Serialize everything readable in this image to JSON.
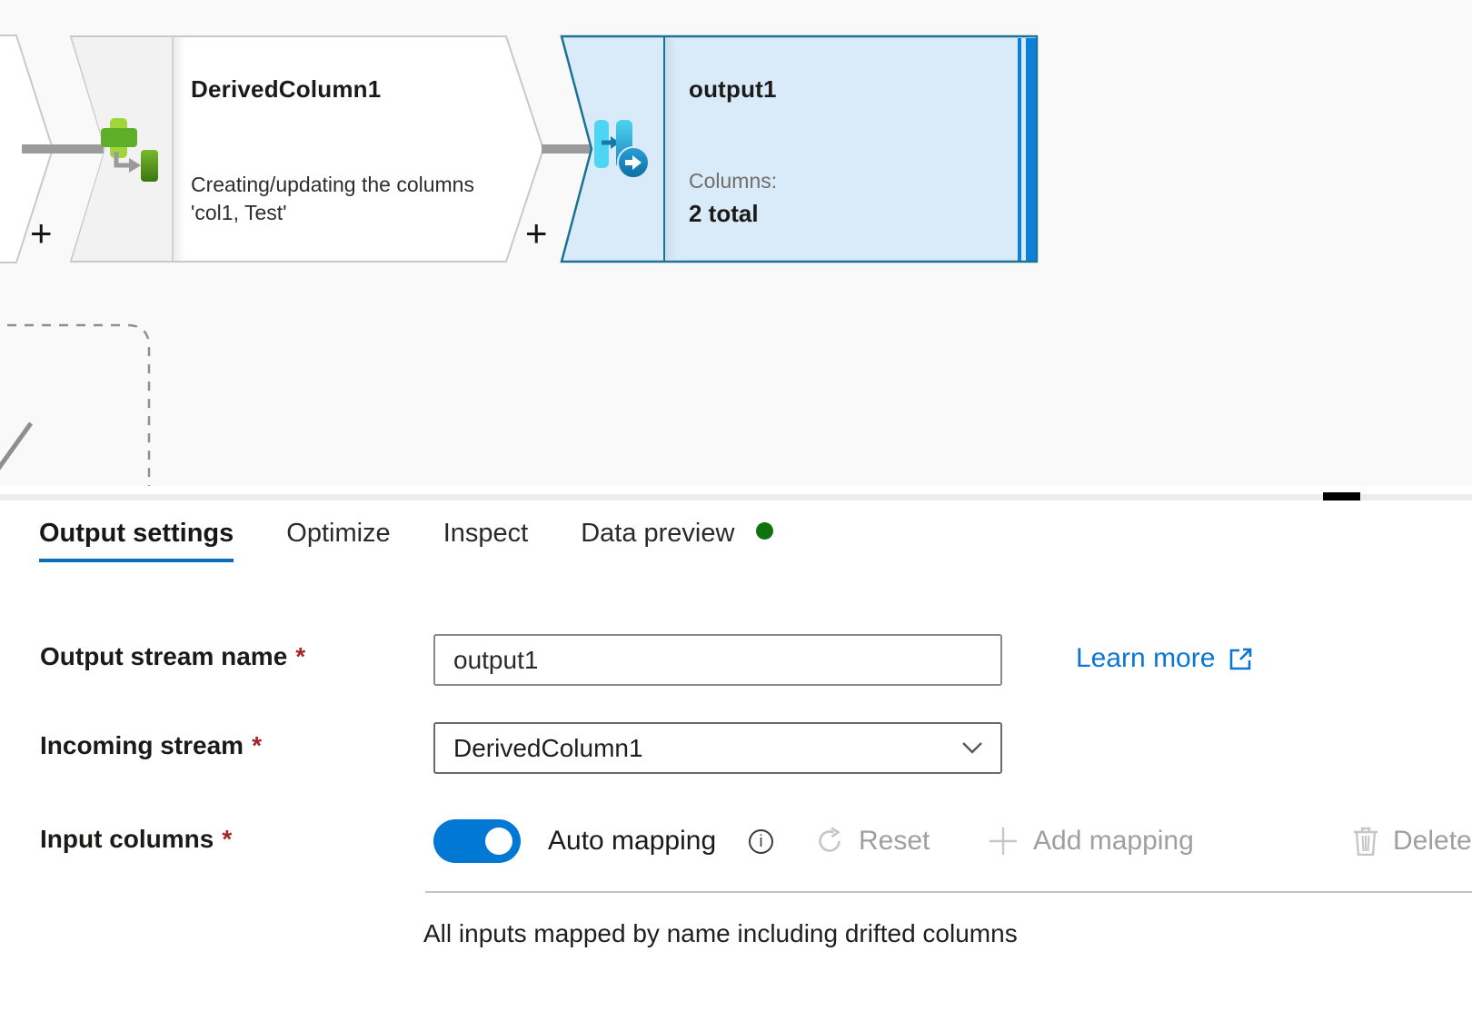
{
  "canvas": {
    "derived_node": {
      "title": "DerivedColumn1",
      "description": "Creating/updating the columns 'col1, Test'"
    },
    "output_node": {
      "title": "output1",
      "columns_label": "Columns:",
      "columns_value": "2 total"
    },
    "add_icon": "+"
  },
  "tabs": {
    "items": [
      {
        "label": "Output settings",
        "active": true
      },
      {
        "label": "Optimize",
        "active": false
      },
      {
        "label": "Inspect",
        "active": false
      },
      {
        "label": "Data preview",
        "active": false,
        "has_status_dot": true
      }
    ]
  },
  "form": {
    "output_stream": {
      "label": "Output stream name",
      "required": "*",
      "value": "output1"
    },
    "learn_more": {
      "label": "Learn more"
    },
    "incoming_stream": {
      "label": "Incoming stream",
      "required": "*",
      "value": "DerivedColumn1"
    },
    "input_columns": {
      "label": "Input columns",
      "required": "*",
      "toggle_label": "Auto mapping",
      "toggle_on": true
    },
    "actions": {
      "reset": "Reset",
      "add_mapping": "Add mapping",
      "delete": "Delete"
    },
    "mapping_note": "All inputs mapped by name including drifted columns"
  },
  "colors": {
    "accent_blue": "#0078d4",
    "link_blue": "#0b76d5",
    "tab_underline": "#0f6cbd",
    "selected_node_border": "#1b7394",
    "selected_node_fill": "#d9ebf9",
    "sink_bar_blue": "#0c7fda",
    "status_dot_green": "#0e730e",
    "required_red": "#a4262c",
    "connector_gray": "#9b9b9b",
    "canvas_bg": "#f9f9f9",
    "disabled_icon": "#c8c6c4",
    "disabled_text": "#a19f9d"
  }
}
